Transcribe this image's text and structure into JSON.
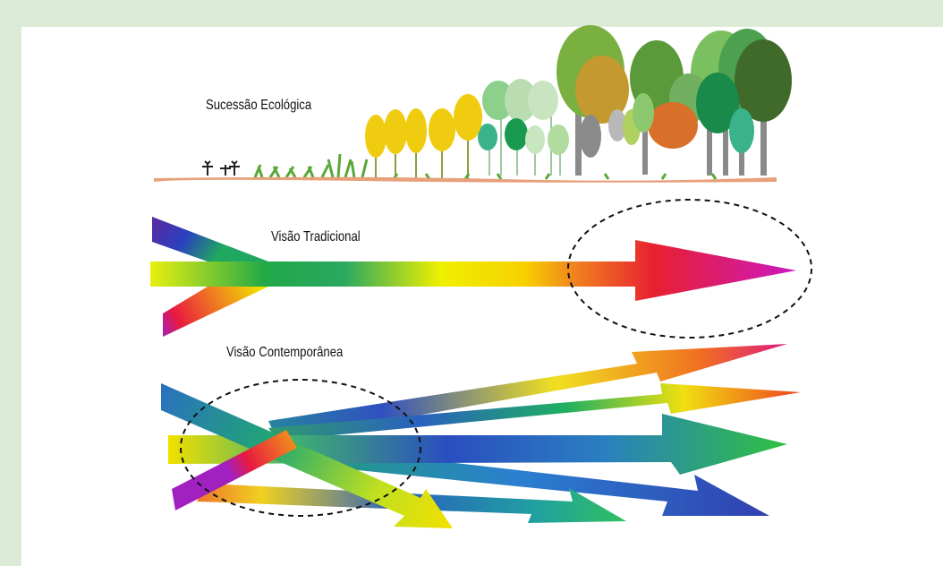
{
  "labels": {
    "succession": "Sucessão Ecológica",
    "traditional": "Visão Tradicional",
    "contemporary": "Visão Contemporânea"
  },
  "colors": {
    "frame": "#dcebd6",
    "ground": "#e8a07a",
    "spectrum": [
      "#f5e600",
      "#2aa35a",
      "#2a7fd0",
      "#5b2aa8",
      "#e8203a",
      "#d01a9a"
    ]
  }
}
